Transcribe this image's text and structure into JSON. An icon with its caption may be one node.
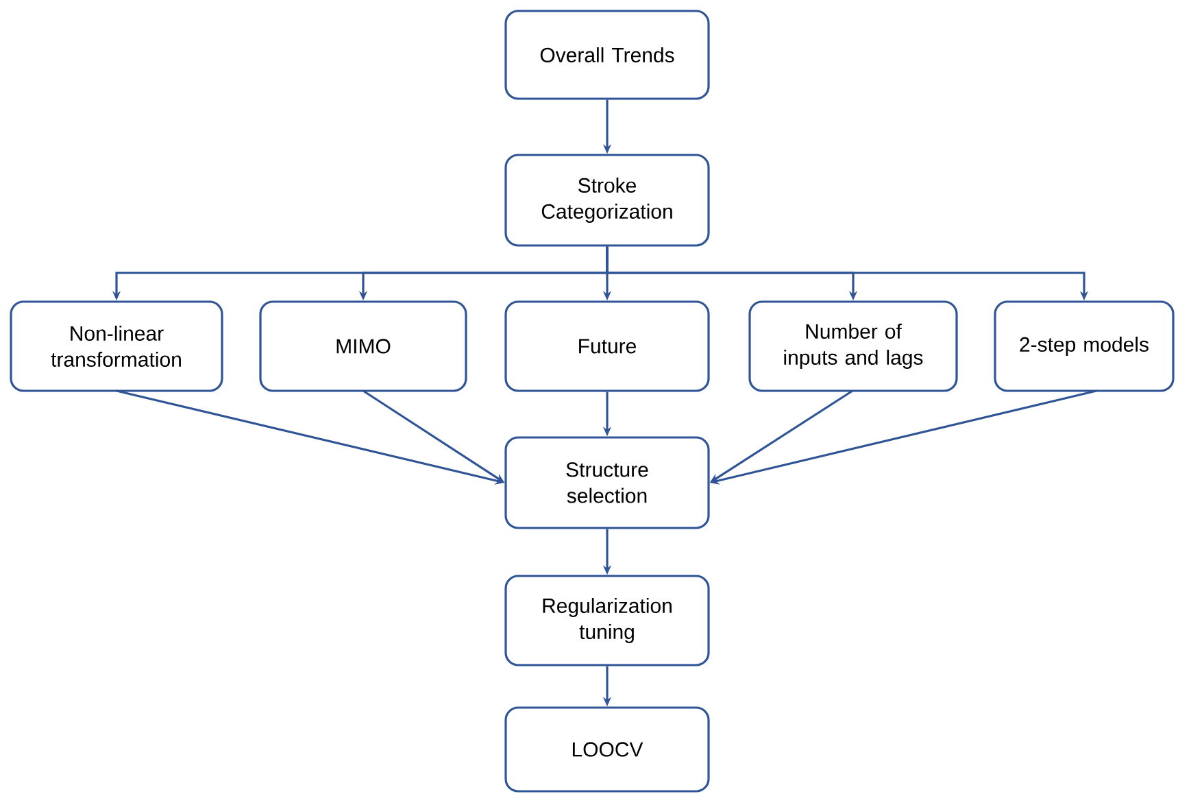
{
  "diagram": {
    "nodes": [
      {
        "text": [
          "Overall Trends"
        ]
      },
      {
        "text": [
          "Stroke Categorization"
        ]
      },
      {
        "text": [
          "Non-linear transformation"
        ]
      },
      {
        "text": [
          "MIMO"
        ]
      },
      {
        "text": [
          "Future"
        ]
      },
      {
        "text": [
          "Number of inputs and lags"
        ]
      },
      {
        "text": [
          "2-step models"
        ]
      },
      {
        "text": [
          "Structure selection"
        ]
      },
      {
        "text": [
          "Regularization tuning"
        ]
      },
      {
        "text": [
          "LOOCV"
        ]
      }
    ],
    "edges": [
      {
        "from": 0,
        "to": 1,
        "arrow": "to"
      },
      {
        "from": 1,
        "to": 2,
        "arrow": "to"
      },
      {
        "from": 1,
        "to": 3,
        "arrow": "to"
      },
      {
        "from": 1,
        "to": 4,
        "arrow": "to"
      },
      {
        "from": 1,
        "to": 5,
        "arrow": "to"
      },
      {
        "from": 1,
        "to": 6,
        "arrow": "to"
      },
      {
        "from": 2,
        "to": 7,
        "arrow": "to"
      },
      {
        "from": 3,
        "to": 7,
        "arrow": "to"
      },
      {
        "from": 4,
        "to": 7,
        "arrow": "to"
      },
      {
        "from": 5,
        "to": 7,
        "arrow": "to"
      },
      {
        "from": 6,
        "to": 7,
        "arrow": "to"
      },
      {
        "from": 7,
        "to": 8,
        "arrow": "to"
      },
      {
        "from": 8,
        "to": 9,
        "arrow": "to"
      }
    ]
  }
}
